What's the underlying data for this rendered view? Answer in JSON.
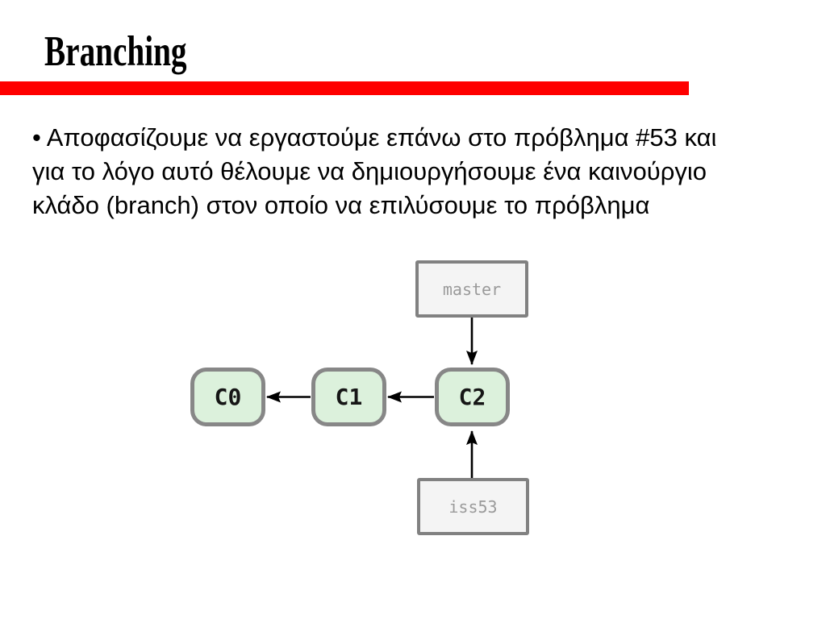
{
  "slide": {
    "title": "Branching",
    "paragraph_lines": [
      "• Αποφασίζουμε να εργαστούμε επάνω στο πρόβλημα #53 και",
      "για το λόγο αυτό θέλουμε να δημιουργήσουμε ένα καινούργιο",
      "κλάδο (branch) στον οποίο να επιλύσουμε το πρόβλημα"
    ],
    "accent_color": "#ff0000"
  },
  "diagram": {
    "branches": [
      {
        "id": "master",
        "label": "master"
      },
      {
        "id": "iss53",
        "label": "iss53"
      }
    ],
    "commits": [
      {
        "id": "C0",
        "label": "C0"
      },
      {
        "id": "C1",
        "label": "C1"
      },
      {
        "id": "C2",
        "label": "C2"
      }
    ],
    "edges": [
      {
        "from": "C1",
        "to": "C0"
      },
      {
        "from": "C2",
        "to": "C1"
      },
      {
        "from": "master",
        "to": "C2"
      },
      {
        "from": "iss53",
        "to": "C2"
      }
    ],
    "colors": {
      "commit_fill": "#dcf1dc",
      "commit_border": "#878787",
      "branch_fill": "#f4f4f4",
      "branch_border": "#818181",
      "branch_text": "#9a9a9a",
      "arrow": "#000000"
    }
  }
}
